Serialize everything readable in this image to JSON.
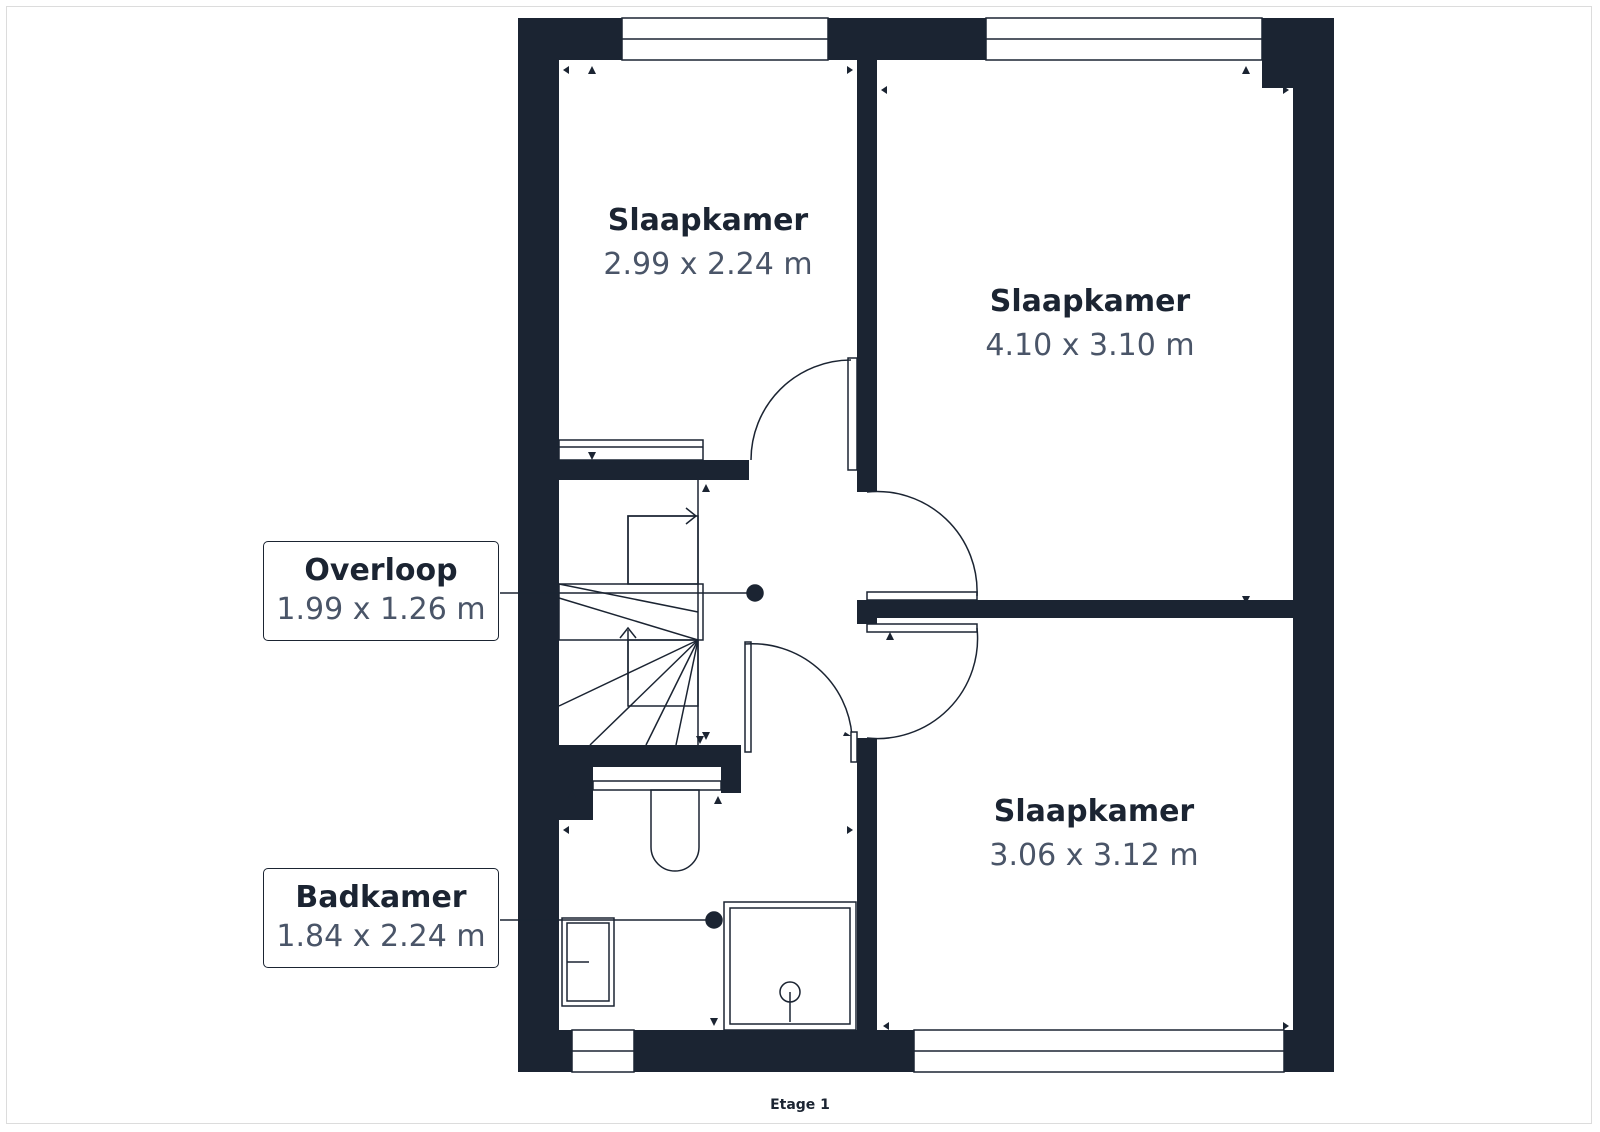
{
  "rooms": [
    {
      "name": "Slaapkamer",
      "dimensions": "2.99 x 2.24 m"
    },
    {
      "name": "Slaapkamer",
      "dimensions": "4.10 x 3.10 m"
    },
    {
      "name": "Slaapkamer",
      "dimensions": "3.06 x 3.12 m"
    }
  ],
  "callouts": [
    {
      "name": "Overloop",
      "dimensions": "1.99 x 1.26 m"
    },
    {
      "name": "Badkamer",
      "dimensions": "1.84 x 2.24 m"
    }
  ],
  "floor_label": "Etage 1",
  "colors": {
    "wall": "#1b2432",
    "text_primary": "#1b2432",
    "text_secondary": "#4a5568"
  }
}
